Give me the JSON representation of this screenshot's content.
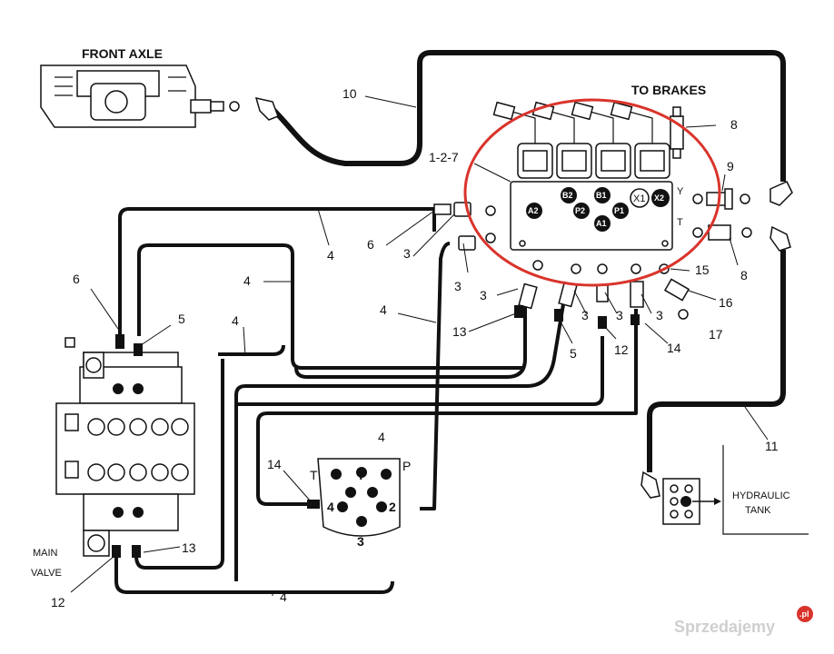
{
  "labels": {
    "front_axle": "FRONT AXLE",
    "to_brakes": "TO BRAKES",
    "main_valve_1": "MAIN",
    "main_valve_2": "VALVE",
    "hydraulic_tank_1": "HYDRAULIC",
    "hydraulic_tank_2": "TANK",
    "block_ref": "1-2-7",
    "port_t_top": "T",
    "port_t_box": "T",
    "port_p_box": "P",
    "port_y": "Y",
    "port_t_block": "T"
  },
  "ports": [
    "A2",
    "P2",
    "B2",
    "B1",
    "A1",
    "P1",
    "X1",
    "X2"
  ],
  "joystick_pins": [
    "T",
    "4",
    "2",
    "3"
  ],
  "callouts": {
    "c10": "10",
    "c8a": "8",
    "c9": "9",
    "c8b": "8",
    "c6a": "6",
    "c3a": "3",
    "c4a": "4",
    "c4b": "4",
    "c4c": "4",
    "c4d": "4",
    "c4e": "4",
    "c4f": "4",
    "c6b": "6",
    "c5a": "5",
    "c3b": "3",
    "c3c": "3",
    "c3d": "3",
    "c3e": "3",
    "c3f": "3",
    "c13a": "13",
    "c5b": "5",
    "c12a": "12",
    "c14a": "14",
    "c15": "15",
    "c16": "16",
    "c17": "17",
    "c11": "11",
    "c14b": "14",
    "c13b": "13",
    "c12b": "12"
  },
  "watermark": "Sprzedajemy",
  "watermark_suffix": ".pl",
  "colors": {
    "highlight": "#d9342b",
    "line": "#111111"
  }
}
